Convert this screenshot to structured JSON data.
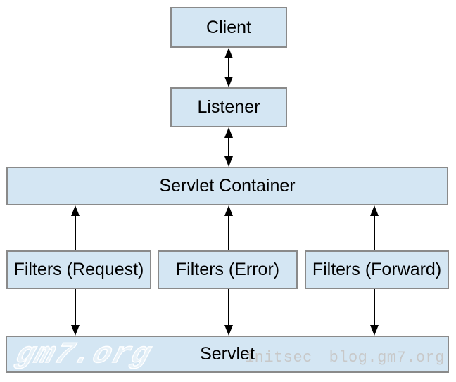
{
  "diagram": {
    "nodes": {
      "client": {
        "label": "Client"
      },
      "listener": {
        "label": "Listener"
      },
      "servlet_container": {
        "label": "Servlet Container"
      },
      "filters_request": {
        "label": "Filters (Request)"
      },
      "filters_error": {
        "label": "Filters (Error)"
      },
      "filters_forward": {
        "label": "Filters (Forward)"
      },
      "servlet": {
        "label": "Servlet"
      }
    },
    "edges": [
      {
        "from": "Client",
        "to": "Listener",
        "type": "bidirectional"
      },
      {
        "from": "Listener",
        "to": "Servlet Container",
        "type": "bidirectional"
      },
      {
        "from": "Servlet Container",
        "to": "Servlet",
        "via": "Filters (Request)",
        "type": "bidirectional"
      },
      {
        "from": "Servlet Container",
        "to": "Servlet",
        "via": "Filters (Error)",
        "type": "bidirectional"
      },
      {
        "from": "Servlet Container",
        "to": "Servlet",
        "via": "Filters (Forward)",
        "type": "bidirectional"
      }
    ],
    "colors": {
      "box_fill": "#d4e6f3",
      "box_border": "#8a8a8a",
      "arrow": "#000000",
      "background": "#ffffff",
      "watermark_gray": "#c8c8c8",
      "watermark_white": "#ffffff"
    }
  },
  "watermark": {
    "logo_text": "gm7.org",
    "site_text": "initsec blog.gm7.org"
  }
}
